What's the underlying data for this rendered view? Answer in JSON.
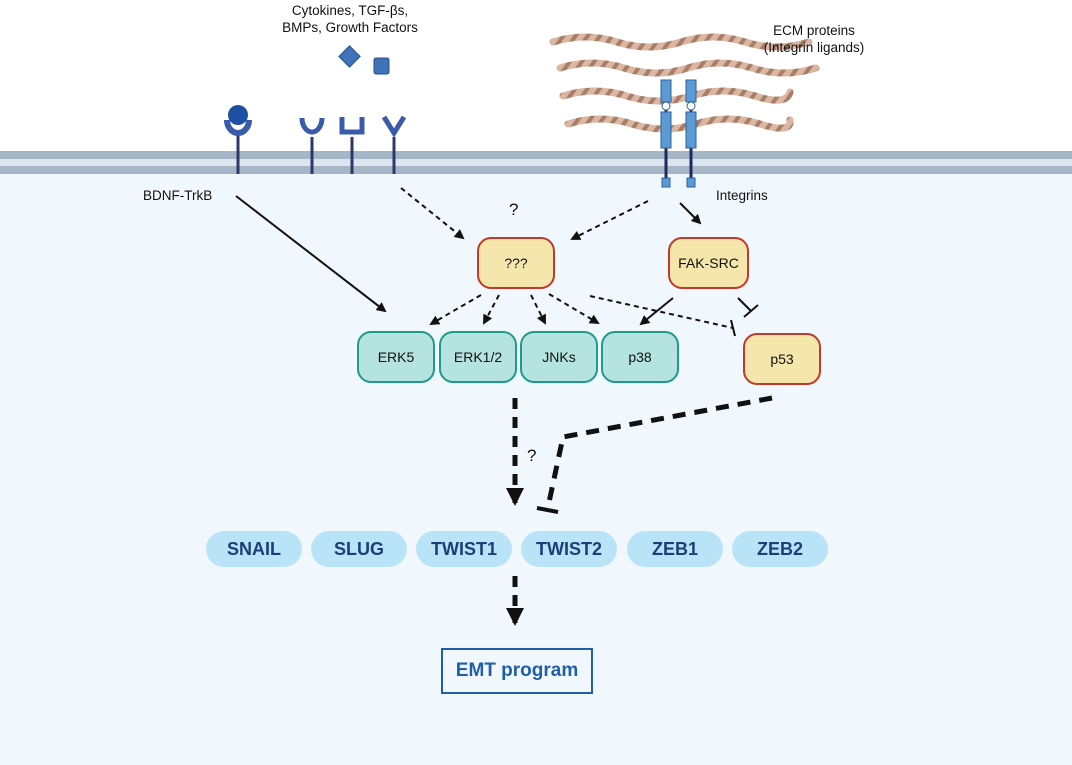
{
  "labels": {
    "ligands": "Cytokines, TGF-βs,\nBMPs, Growth Factors",
    "ecm": "ECM proteins\n(Integrin ligands)",
    "bdnf": "BDNF-TrkB",
    "integrins": "Integrins",
    "q_top": "?",
    "q_mid": "?"
  },
  "nodes": {
    "unknown": "???",
    "fak_src": "FAK-SRC",
    "erk5": "ERK5",
    "erk12": "ERK1/2",
    "jnks": "JNKs",
    "p38": "p38",
    "p53": "p53"
  },
  "transcription_factors": [
    "SNAIL",
    "SLUG",
    "TWIST1",
    "TWIST2",
    "ZEB1",
    "ZEB2"
  ],
  "output": "EMT program",
  "colors": {
    "cytoplasm": "#f1f8fd",
    "membrane": "#a7b6c6",
    "kinase_fill": "#b5e3df",
    "kinase_border": "#1f9a8c",
    "node_fill": "#f5e7ac",
    "node_border": "#c0392b",
    "tf_fill": "#b9e3f7",
    "tf_text": "#1d3f78",
    "receptor": "#3a5ca8",
    "integrin": "#5b9bd5",
    "ecm_fiber": "#c49a82"
  }
}
